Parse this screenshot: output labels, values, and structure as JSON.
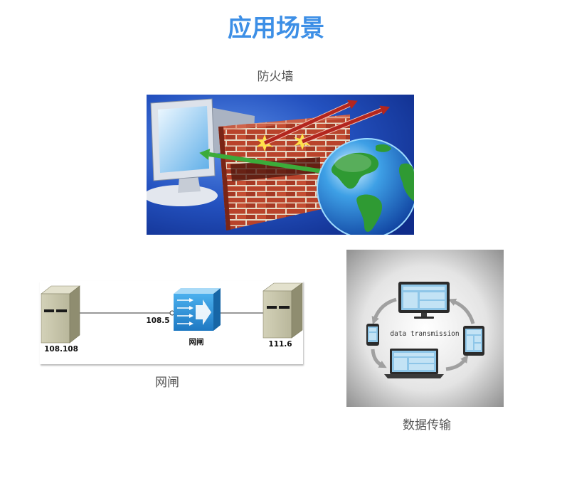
{
  "page": {
    "title": "应用场景"
  },
  "firewall": {
    "caption": "防火墙"
  },
  "gateway": {
    "caption": "网闸",
    "diagram": {
      "left_server_ip": "108.108",
      "gateway_ip": "108.5",
      "device_label": "网闸",
      "right_server_ip": "111.6"
    }
  },
  "data_transmission": {
    "caption": "数据传输",
    "image_text": "data transmission"
  },
  "icons": {
    "firewall": [
      "monitor-icon",
      "brick-wall-icon",
      "globe-icon",
      "red-arrow-icon",
      "green-arrow-icon"
    ],
    "gateway": [
      "server-icon",
      "gateway-switch-icon"
    ],
    "data_transmission": [
      "monitor-icon",
      "phone-icon",
      "tablet-icon",
      "laptop-icon",
      "sync-arrow-icon"
    ]
  },
  "colors": {
    "title": "#3d8fe6",
    "caption": "#555555",
    "firewall_background": "#1f4cb8",
    "brick": "#b9432b",
    "globe_ocean": "#2f86d8",
    "land": "#2f9a33",
    "server": "#c9c7ad",
    "gateway_switch": "#2f90dc",
    "device_screen": "#8ec6e8"
  }
}
